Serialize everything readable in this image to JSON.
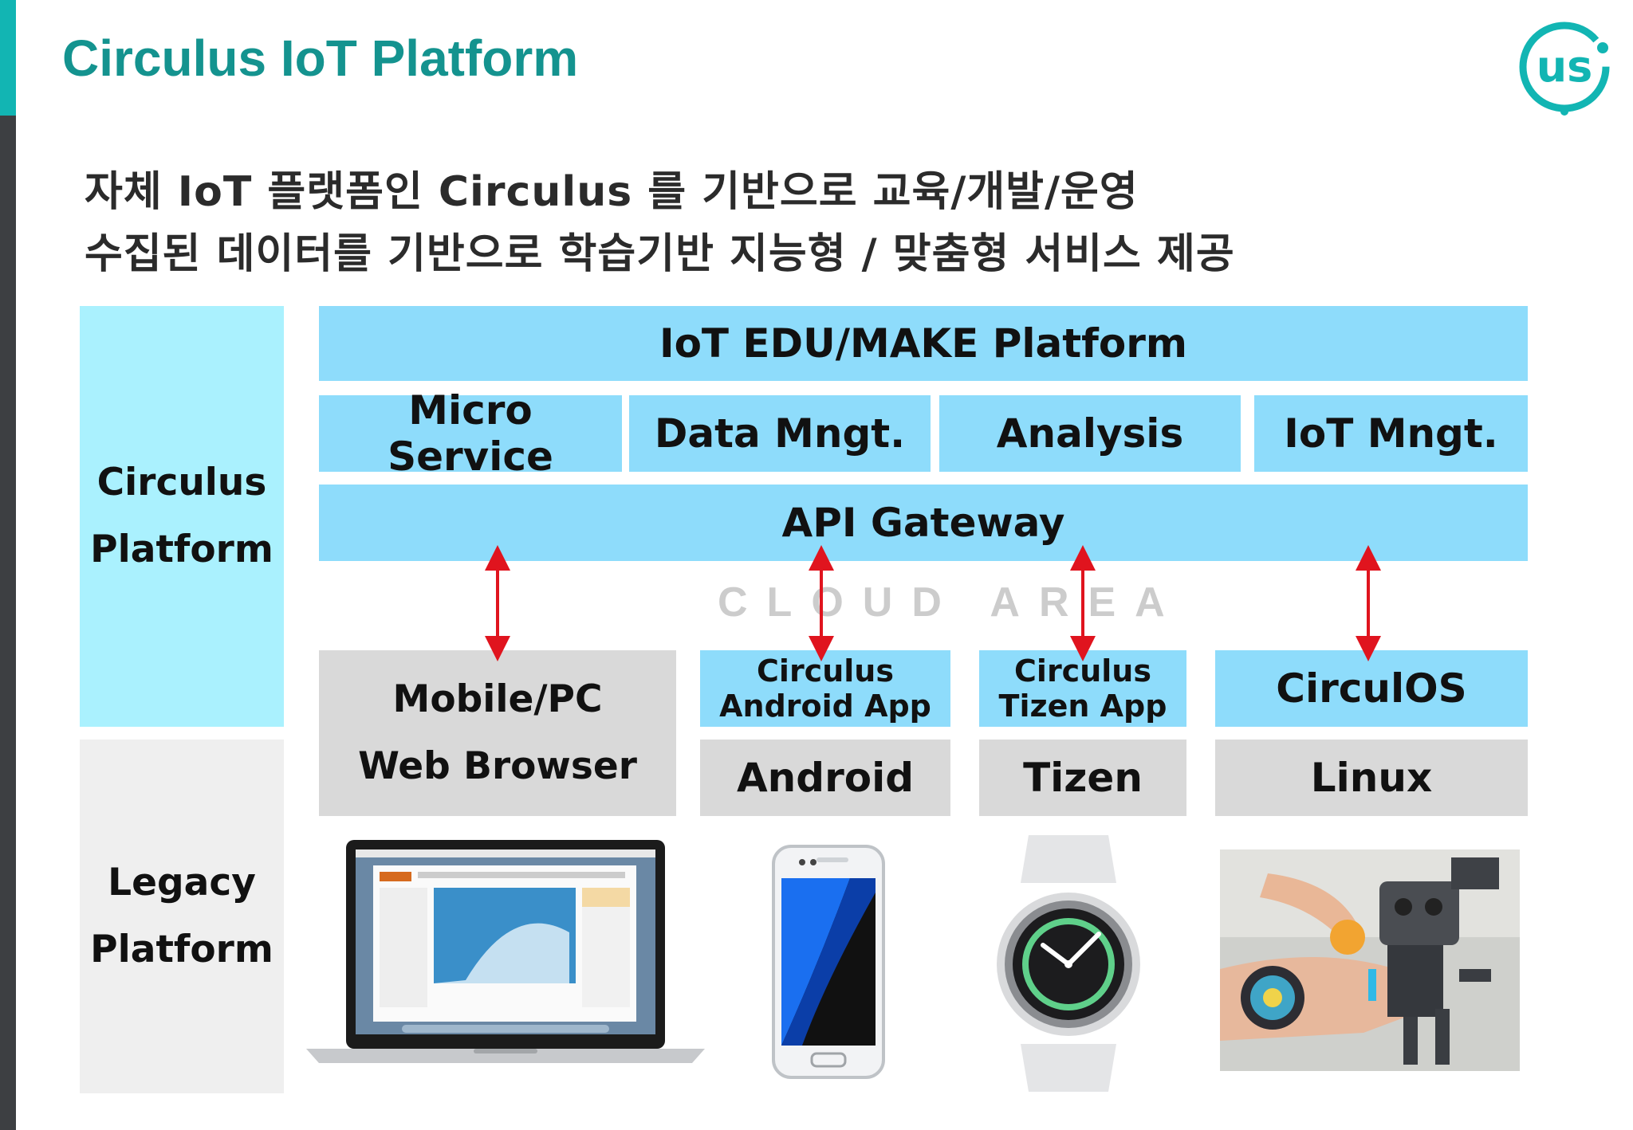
{
  "header": {
    "title": "Circulus IoT Platform",
    "logo_text": "us"
  },
  "subtitle": {
    "line1": "자체 IoT 플랫폼인 Circulus 를 기반으로 교육/개발/운영",
    "line2": "수집된 데이터를 기반으로 학습기반 지능형 / 맞춤형 서비스 제공"
  },
  "platforms": {
    "circulus": [
      "Circulus",
      "Platform"
    ],
    "legacy": [
      "Legacy",
      "Platform"
    ]
  },
  "cloud": {
    "edu_make": "IoT EDU/MAKE Platform",
    "services": [
      "Micro Service",
      "Data Mngt.",
      "Analysis",
      "IoT Mngt."
    ],
    "gateway": "API Gateway",
    "area_label": "CLOUD AREA"
  },
  "clients": {
    "mobile_pc": [
      "Mobile/PC",
      "Web Browser"
    ],
    "android_app": [
      "Circulus",
      "Android App"
    ],
    "tizen_app": [
      "Circulus",
      "Tizen App"
    ],
    "circulos": "CirculOS"
  },
  "os": [
    "Android",
    "Tizen",
    "Linux"
  ],
  "devices": [
    "laptop",
    "smartphone",
    "smartwatch",
    "robot-with-watch"
  ],
  "colors": {
    "accent_teal": "#14938f",
    "box_blue": "#8edcfb",
    "box_light_blue": "#aaf1fe",
    "box_gray": "#d9d9d9",
    "arrow_red": "#e0141e"
  }
}
